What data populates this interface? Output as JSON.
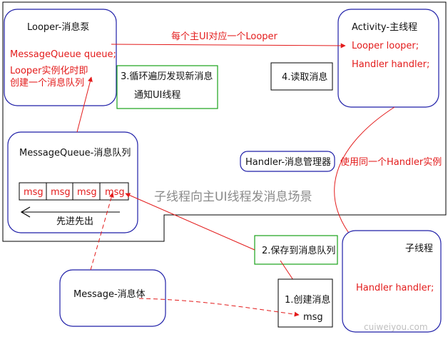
{
  "colors": {
    "frame": "#000000",
    "box_border": "#1f1fa8",
    "green_border": "#19a219",
    "red": "#e31b1b",
    "text": "#111111",
    "center_title": "#8a8a8a",
    "watermark": "#c0c0c0"
  },
  "looper_box": {
    "title": "Looper-消息泵",
    "line1": "MessageQueue queue;",
    "line2": "Looper实例化时即",
    "line3": "创建一个消息队列"
  },
  "activity_box": {
    "title": "Activity-主线程",
    "line1": "Looper looper;",
    "line2": "Handler handler;"
  },
  "per_thread_label": "每个主UI对应一个Looper",
  "step3": {
    "line1": "3.循环遍历发现新消息",
    "line2": "通知UI线程"
  },
  "step4": "4.读取消息",
  "queue_box": {
    "title": "MessageQueue-消息队列",
    "cells": [
      "msg",
      "msg",
      "msg",
      "msg"
    ],
    "fifo": "先进先出"
  },
  "handler_manager": "Handler-消息管理器",
  "same_handler": "使用同一个Handler实例",
  "center_title": "子线程向主UI线程发消息场景",
  "step2": "2.保存到消息队列",
  "child_thread": {
    "title": "子线程",
    "line1": "Handler handler;"
  },
  "message_box": {
    "title": "Message-消息体"
  },
  "step1": {
    "title": "1.创建消息",
    "msg": "msg"
  },
  "watermark": "cuiweiyou.com"
}
